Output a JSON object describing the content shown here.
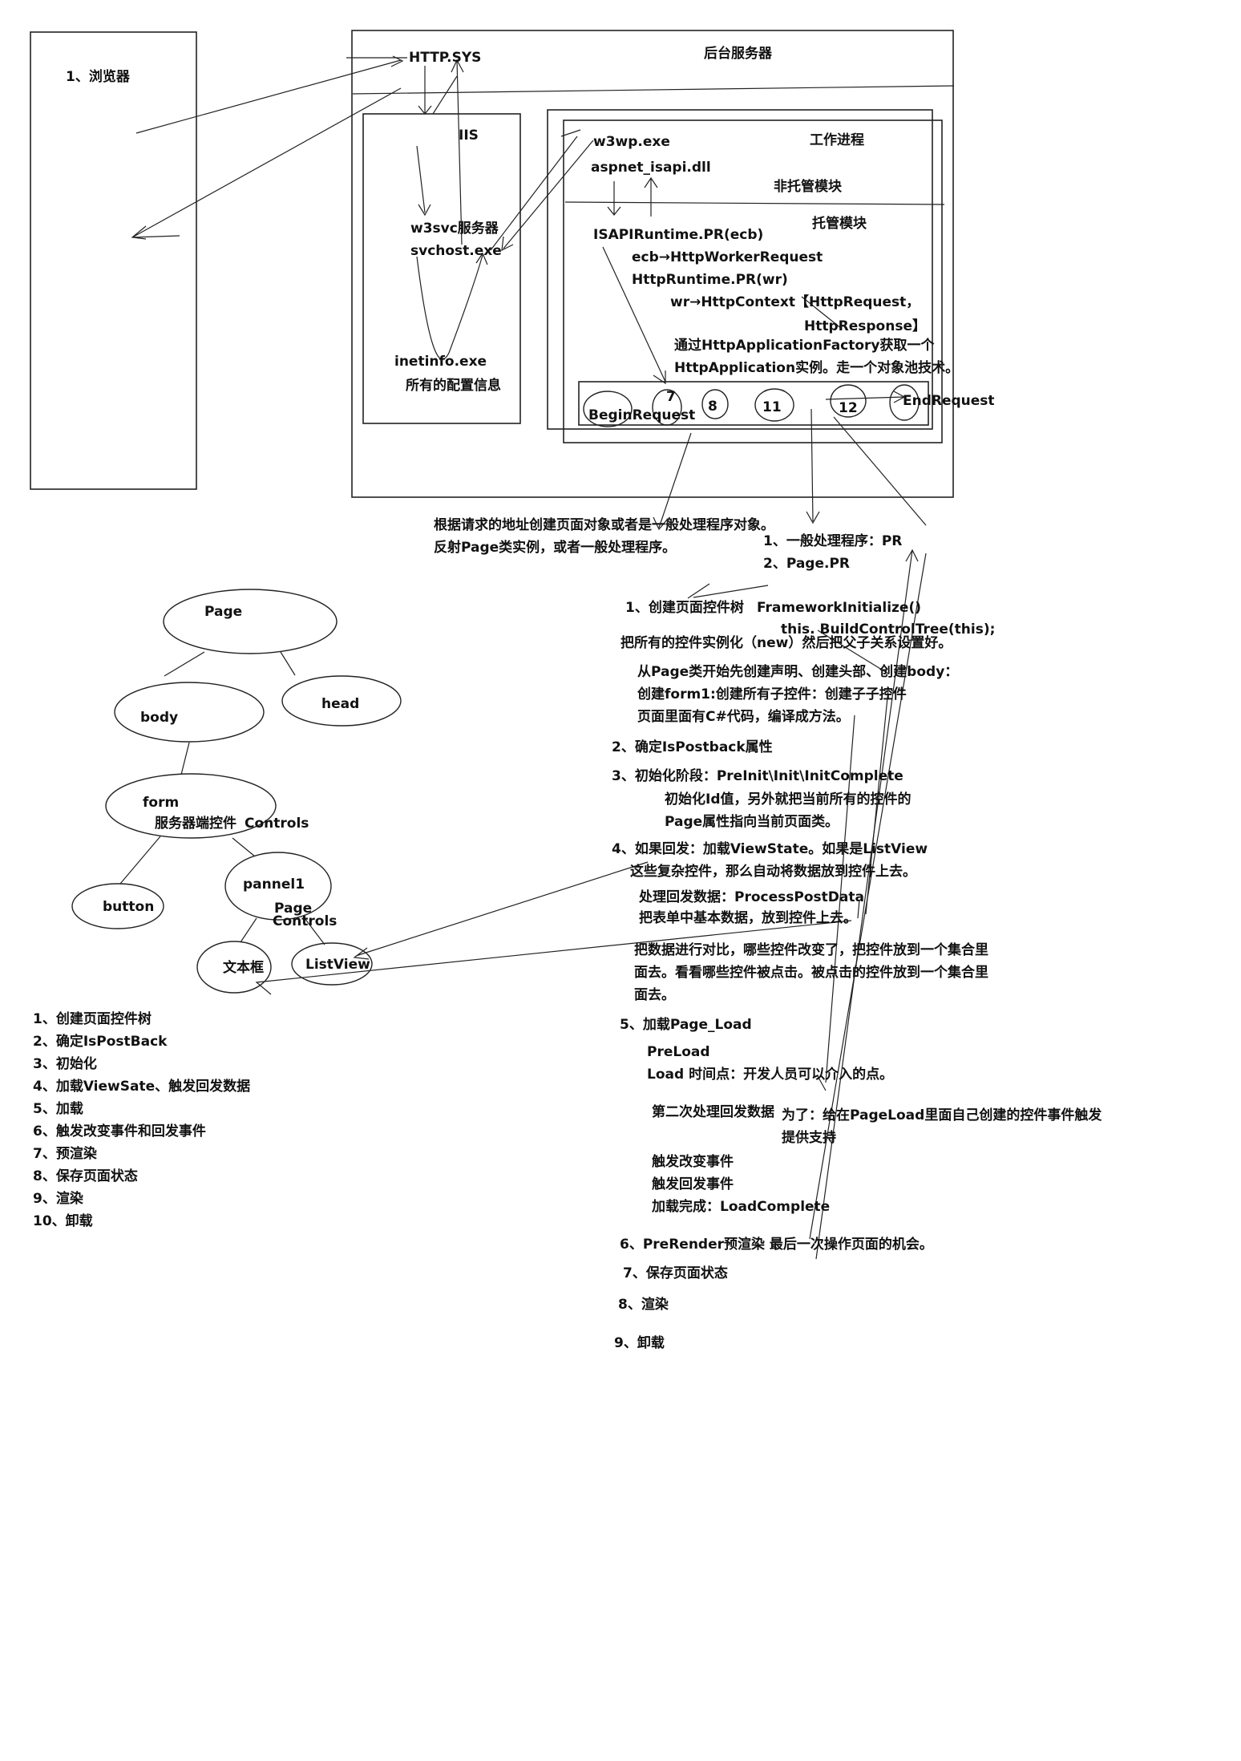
{
  "browser": {
    "label": "1、浏览器"
  },
  "server": {
    "label": "后台服务器",
    "http_sys": "HTTP.SYS",
    "iis": "IIS",
    "w3svc": "w3svc服务器",
    "svchost": "svchost.exe",
    "inetinfo": "inetinfo.exe",
    "config_info": "所有的配置信息"
  },
  "worker": {
    "w3wp": "w3wp.exe",
    "label": "工作进程",
    "isapi": "aspnet_isapi.dll",
    "unmanaged": "非托管模块",
    "managed": "托管模块",
    "isapi_runtime": "ISAPIRuntime.PR(ecb)",
    "ecb_line": "ecb→HttpWorkerRequest",
    "http_runtime": "HttpRuntime.PR(wr)",
    "wr_line": "wr→HttpContext【HttpRequest，",
    "response_line": "HttpResponse】",
    "factory_line": "通过HttpApplicationFactory获取一个",
    "app_line": "HttpApplication实例。走一个对象池技术。"
  },
  "pipeline": {
    "begin": "BeginRequest",
    "e7": "7",
    "e8": "8",
    "e11": "11",
    "e12": "12",
    "end": "EndRequest"
  },
  "handler": {
    "line1": "根据请求的地址创建页面对象或者是一般处理程序对象。",
    "line2": "反射Page类实例，或者一般处理程序。",
    "pr1": "1、一般处理程序：PR",
    "pr2": "2、Page.PR"
  },
  "tree": {
    "page": "Page",
    "body": "body",
    "head": "head",
    "form": "form",
    "server_ctrl": "服务器端控件",
    "controls1": "Controls",
    "button": "button",
    "pannel1": "pannel1",
    "page2": "Page",
    "controls2": "Controls",
    "textbox": "文本框",
    "listview": "ListView"
  },
  "summary": [
    "1、创建页面控件树",
    "2、确定IsPostBack",
    "3、初始化",
    "4、加载ViewSate、触发回发数据",
    "5、加载",
    "6、触发改变事件和回发事件",
    "7、预渲染",
    "8、保存页面状态",
    "9、渲染",
    "10、卸载"
  ],
  "lifecycle": {
    "s1": "1、创建页面控件树",
    "fw_init": "FrameworkInitialize()",
    "build_tree": "this.  BuildControlTree(this);",
    "instantiate": "把所有的控件实例化（new）然后把父子关系设置好。",
    "from_page": "从Page类开始先创建声明、创建头部、创建body：",
    "create_form": "创建form1:创建所有子控件：创建子子控件",
    "csharp": "页面里面有C#代码，编译成方法。",
    "s2": "2、确定IsPostback属性",
    "s3": "3、初始化阶段：PreInit\\Init\\InitComplete",
    "init_id": "初始化Id值，另外就把当前所有的控件的",
    "page_prop": "Page属性指向当前页面类。",
    "s4": "4、如果回发：加载ViewState。如果是ListView",
    "complex": "这些复杂控件，那么自动将数据放到控件上去。",
    "process_post": "处理回发数据：ProcessPostData",
    "put_basic": "把表单中基本数据，放到控件上去。",
    "compare": "把数据进行对比，哪些控件改变了，把控件放到一个集合里",
    "clicked": "面去。看看哪些控件被点击。被点击的控件放到一个集合里",
    "go": "面去。",
    "s5": "5、加载Page_Load",
    "preload": "PreLoad",
    "load": "Load  时间点：开发人员可以介入的点。",
    "second": "第二次处理回发数据",
    "purpose": "为了：给在PageLoad里面自己创建的控件事件触发",
    "support": "提供支持",
    "change_evt": "触发改变事件",
    "postback_evt": "触发回发事件",
    "load_complete": "加载完成：LoadComplete",
    "s6": "6、PreRender预渲染    最后一次操作页面的机会。",
    "s7": "7、保存页面状态",
    "s8": "8、渲染",
    "s9": "9、卸载"
  }
}
